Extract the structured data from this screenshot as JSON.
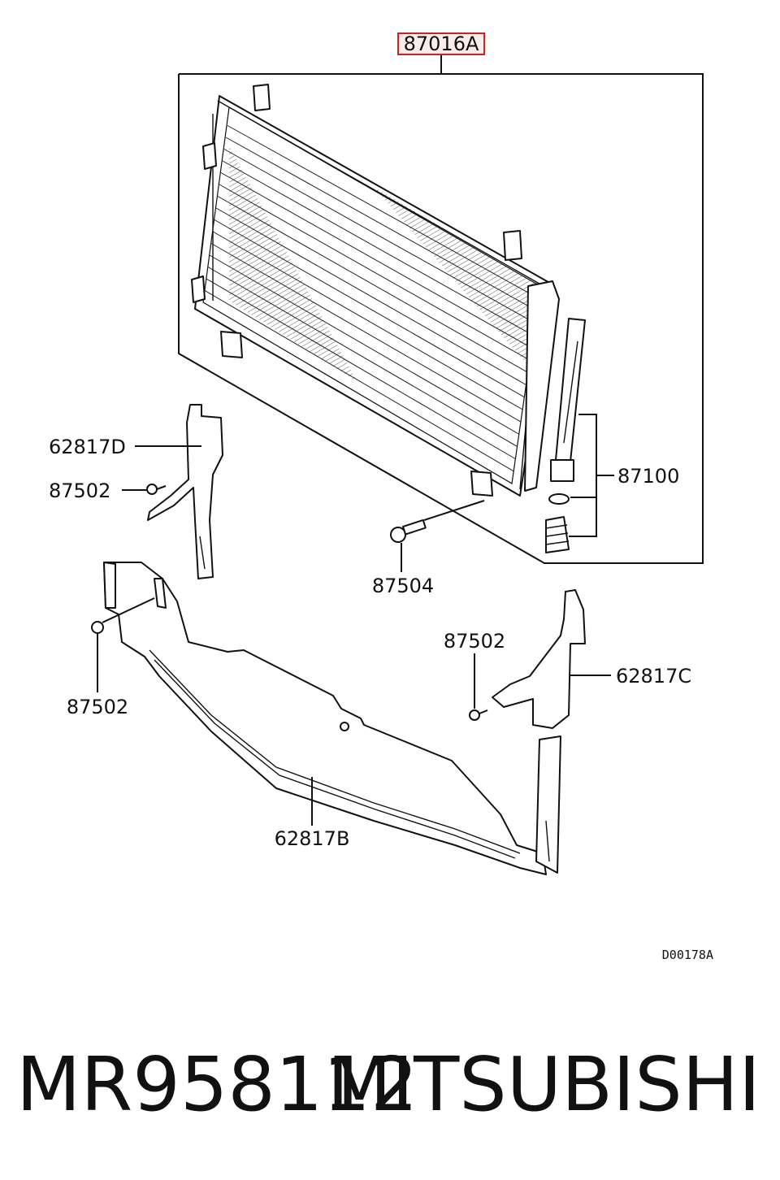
{
  "diagram": {
    "labels": {
      "condenser_assembly": "87016A",
      "receiver_kit": "87100",
      "right_bracket": "62817D",
      "right_clip": "87502",
      "mounting_bolt": "87504",
      "lower_left_clip": "87502",
      "left_clip": "87502",
      "left_bracket": "62817C",
      "lower_shroud": "62817B"
    },
    "reference_code": "D00178A"
  },
  "caption": {
    "part_number": "MR958112",
    "brand": "MITSUBISHI"
  },
  "colors": {
    "line": "#111111",
    "highlight_border": "#cc2222",
    "highlight_fill": "#fbecec"
  }
}
